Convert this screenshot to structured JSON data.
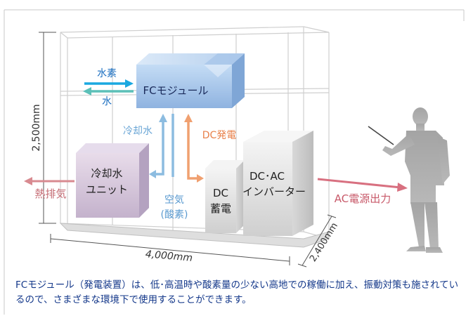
{
  "diagram": {
    "dimensions": {
      "height": "2,500mm",
      "width": "4,000mm",
      "depth": "2,400mm"
    },
    "components": {
      "fc_module": "FCモジュール",
      "cooling_unit": [
        "冷却水",
        "ユニット"
      ],
      "dc_storage": [
        "DC",
        "蓄電"
      ],
      "dcac_inverter": [
        "DC･AC",
        "インバーター"
      ]
    },
    "flows": {
      "hydrogen": "水素",
      "water": "水",
      "cooling_water": "冷却水",
      "dc_power": "DC発電",
      "air_oxygen": [
        "空気",
        "(酸素)"
      ],
      "heat_exhaust": "熱排気",
      "ac_output": "AC電源出力"
    },
    "colors": {
      "hydrogen_arrow": "#1aa8e0",
      "water_arrow": "#5cc0b8",
      "cooling_arrow": "#7fb4dc",
      "dc_arrow": "#f0a070",
      "heat_arrow": "#d88a90",
      "ac_arrow": "#d87080",
      "fc_module_box": "#9bbfe6",
      "cooling_box": "#d4c4dc"
    }
  },
  "caption": "FCモジュール（発電装置）は、低･高温時や酸素量の少ない高地での稼働に加え、振動対策も施されているので、さまざまな環境下で使用することができます。"
}
